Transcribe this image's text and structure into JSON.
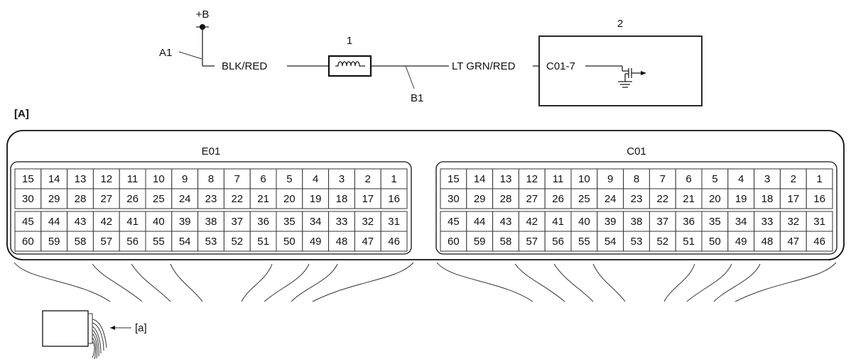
{
  "circuit": {
    "power_label": "+B",
    "wire1_id": "A1",
    "wire1_color": "BLK/RED",
    "component1_num": "1",
    "wire2_id": "B1",
    "wire2_color": "LT GRN/RED",
    "component2_num": "2",
    "terminal_label": "C01-7"
  },
  "view": {
    "label": "[A]",
    "harness_label": "[a]"
  },
  "connectors": [
    {
      "name": "E01",
      "rows": [
        [
          "15",
          "14",
          "13",
          "12",
          "11",
          "10",
          "9",
          "8",
          "7",
          "6",
          "5",
          "4",
          "3",
          "2",
          "1"
        ],
        [
          "30",
          "29",
          "28",
          "27",
          "26",
          "25",
          "24",
          "23",
          "22",
          "21",
          "20",
          "19",
          "18",
          "17",
          "16"
        ],
        [
          "45",
          "44",
          "43",
          "42",
          "41",
          "40",
          "39",
          "38",
          "37",
          "36",
          "35",
          "34",
          "33",
          "32",
          "31"
        ],
        [
          "60",
          "59",
          "58",
          "57",
          "56",
          "55",
          "54",
          "53",
          "52",
          "51",
          "50",
          "49",
          "48",
          "47",
          "46"
        ]
      ]
    },
    {
      "name": "C01",
      "rows": [
        [
          "15",
          "14",
          "13",
          "12",
          "11",
          "10",
          "9",
          "8",
          "7",
          "6",
          "5",
          "4",
          "3",
          "2",
          "1"
        ],
        [
          "30",
          "29",
          "28",
          "27",
          "26",
          "25",
          "24",
          "23",
          "22",
          "21",
          "20",
          "19",
          "18",
          "17",
          "16"
        ],
        [
          "45",
          "44",
          "43",
          "42",
          "41",
          "40",
          "39",
          "38",
          "37",
          "36",
          "35",
          "34",
          "33",
          "32",
          "31"
        ],
        [
          "60",
          "59",
          "58",
          "57",
          "56",
          "55",
          "54",
          "53",
          "52",
          "51",
          "50",
          "49",
          "48",
          "47",
          "46"
        ]
      ]
    }
  ]
}
